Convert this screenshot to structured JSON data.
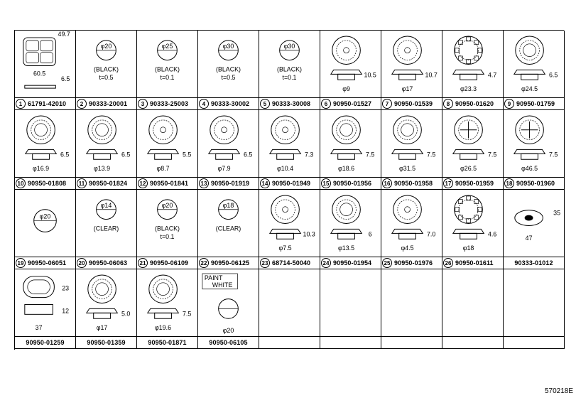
{
  "drawing_code": "570218E",
  "parts": [
    {
      "index": "1",
      "part_no": "61791-42010",
      "dims": [
        "49.7",
        "60.5",
        "6.5"
      ],
      "notes": [],
      "kind": "square4"
    },
    {
      "index": "2",
      "part_no": "90333-20001",
      "dims": [
        "φ20"
      ],
      "notes": [
        "(BLACK)",
        "t=0.5"
      ],
      "kind": "flat"
    },
    {
      "index": "3",
      "part_no": "90333-25003",
      "dims": [
        "φ25"
      ],
      "notes": [
        "(BLACK)",
        "t=0.1"
      ],
      "kind": "flat"
    },
    {
      "index": "4",
      "part_no": "90333-30002",
      "dims": [
        "φ30"
      ],
      "notes": [
        "(BLACK)",
        "t=0.5"
      ],
      "kind": "flat"
    },
    {
      "index": "5",
      "part_no": "90333-30008",
      "dims": [
        "φ30"
      ],
      "notes": [
        "(BLACK)",
        "t=0.1"
      ],
      "kind": "flat"
    },
    {
      "index": "6",
      "part_no": "90950-01527",
      "dims": [
        "10.5",
        "φ9"
      ],
      "notes": [],
      "kind": "plug"
    },
    {
      "index": "7",
      "part_no": "90950-01539",
      "dims": [
        "10.7",
        "φ17"
      ],
      "notes": [],
      "kind": "plug"
    },
    {
      "index": "8",
      "part_no": "90950-01620",
      "dims": [
        "4.7",
        "φ23.3"
      ],
      "notes": [],
      "kind": "gear"
    },
    {
      "index": "9",
      "part_no": "90950-01759",
      "dims": [
        "6.5",
        "φ24.5"
      ],
      "notes": [],
      "kind": "ring"
    },
    {
      "index": "10",
      "part_no": "90950-01808",
      "dims": [
        "6.5",
        "φ16.9"
      ],
      "notes": [],
      "kind": "ring"
    },
    {
      "index": "11",
      "part_no": "90950-01824",
      "dims": [
        "6.5",
        "φ13.9"
      ],
      "notes": [],
      "kind": "ring"
    },
    {
      "index": "12",
      "part_no": "90950-01841",
      "dims": [
        "5.5",
        "φ8.7"
      ],
      "notes": [],
      "kind": "plug"
    },
    {
      "index": "13",
      "part_no": "90950-01919",
      "dims": [
        "6.5",
        "φ7.9"
      ],
      "notes": [],
      "kind": "plug"
    },
    {
      "index": "14",
      "part_no": "90950-01949",
      "dims": [
        "7.3",
        "φ10.4"
      ],
      "notes": [],
      "kind": "plug"
    },
    {
      "index": "15",
      "part_no": "90950-01956",
      "dims": [
        "7.5",
        "φ18.6"
      ],
      "notes": [],
      "kind": "ring"
    },
    {
      "index": "16",
      "part_no": "90950-01958",
      "dims": [
        "7.5",
        "φ31.5"
      ],
      "notes": [],
      "kind": "ring"
    },
    {
      "index": "17",
      "part_no": "90950-01959",
      "dims": [
        "7.5",
        "φ26.5"
      ],
      "notes": [],
      "kind": "cross"
    },
    {
      "index": "18",
      "part_no": "90950-01960",
      "dims": [
        "7.5",
        "φ46.5"
      ],
      "notes": [],
      "kind": "cross"
    },
    {
      "index": "19",
      "part_no": "90950-06051",
      "dims": [
        "φ20"
      ],
      "notes": [],
      "kind": "flat"
    },
    {
      "index": "20",
      "part_no": "90950-06063",
      "dims": [
        "φ14"
      ],
      "notes": [
        "(CLEAR)"
      ],
      "kind": "flat"
    },
    {
      "index": "21",
      "part_no": "90950-06109",
      "dims": [
        "φ20"
      ],
      "notes": [
        "(BLACK)",
        "t=0.1"
      ],
      "kind": "flat"
    },
    {
      "index": "22",
      "part_no": "90950-06125",
      "dims": [
        "φ18"
      ],
      "notes": [
        "(CLEAR)"
      ],
      "kind": "flat"
    },
    {
      "index": "23",
      "part_no": "68714-50040",
      "dims": [
        "10.3",
        "φ7.5"
      ],
      "notes": [],
      "kind": "plug"
    },
    {
      "index": "24",
      "part_no": "90950-01954",
      "dims": [
        "6",
        "φ13.5"
      ],
      "notes": [],
      "kind": "ring"
    },
    {
      "index": "25",
      "part_no": "90950-01976",
      "dims": [
        "7.0",
        "φ4.5"
      ],
      "notes": [],
      "kind": "plug"
    },
    {
      "index": "26",
      "part_no": "90950-01611",
      "dims": [
        "4.6",
        "φ18"
      ],
      "notes": [],
      "kind": "gear"
    },
    {
      "index": "",
      "part_no": "90333-01012",
      "dims": [
        "35",
        "47"
      ],
      "notes": [],
      "kind": "oval"
    },
    {
      "index": "",
      "part_no": "90950-01259",
      "dims": [
        "23",
        "12",
        "37"
      ],
      "notes": [],
      "kind": "oblong"
    },
    {
      "index": "",
      "part_no": "90950-01359",
      "dims": [
        "5.0",
        "φ17"
      ],
      "notes": [],
      "kind": "ring"
    },
    {
      "index": "",
      "part_no": "90950-01871",
      "dims": [
        "7.5",
        "φ19.6"
      ],
      "notes": [],
      "kind": "ring"
    },
    {
      "index": "",
      "part_no": "90950-06105",
      "dims": [
        "φ20"
      ],
      "notes": [
        "PAINT",
        "WHITE"
      ],
      "kind": "paint"
    }
  ]
}
